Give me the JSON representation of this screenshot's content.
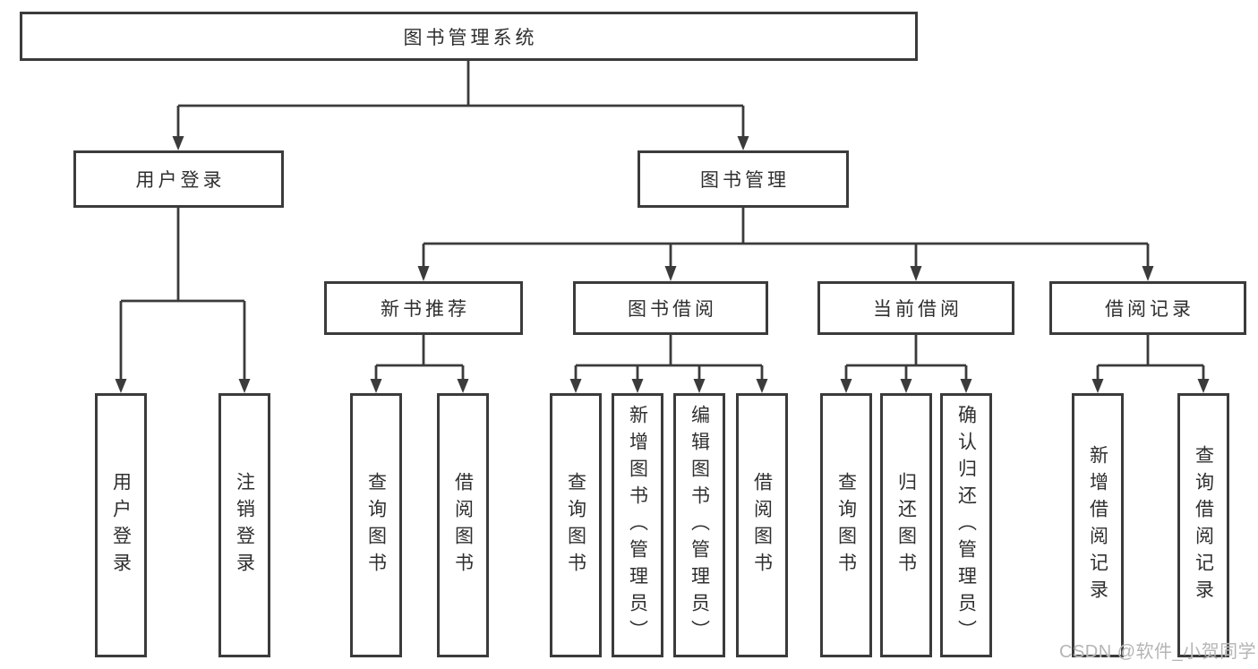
{
  "tree": {
    "root": {
      "label": "图书管理系统",
      "children": [
        {
          "label": "用户登录",
          "children": [
            {
              "label": "用户登录"
            },
            {
              "label": "注销登录"
            }
          ]
        },
        {
          "label": "图书管理",
          "children": [
            {
              "label": "新书推荐",
              "children": [
                {
                  "label": "查询图书"
                },
                {
                  "label": "借阅图书"
                }
              ]
            },
            {
              "label": "图书借阅",
              "children": [
                {
                  "label": "查询图书"
                },
                {
                  "label": "新增图书（管理员）"
                },
                {
                  "label": "编辑图书（管理员）"
                },
                {
                  "label": "借阅图书"
                }
              ]
            },
            {
              "label": "当前借阅",
              "children": [
                {
                  "label": "查询图书"
                },
                {
                  "label": "归还图书"
                },
                {
                  "label": "确认归还（管理员）"
                }
              ]
            },
            {
              "label": "借阅记录",
              "children": [
                {
                  "label": "新增借阅记录"
                },
                {
                  "label": "查询借阅记录"
                }
              ]
            }
          ]
        }
      ]
    }
  },
  "watermark": {
    "text": "CSDN @软件_小贺同学"
  },
  "colors": {
    "line": "#3b3b3b",
    "box_border": "#3b3b3b",
    "box_fill": "#ffffff",
    "text": "#2f2f2f",
    "watermark": "#b5b5b5",
    "background": "#ffffff"
  }
}
